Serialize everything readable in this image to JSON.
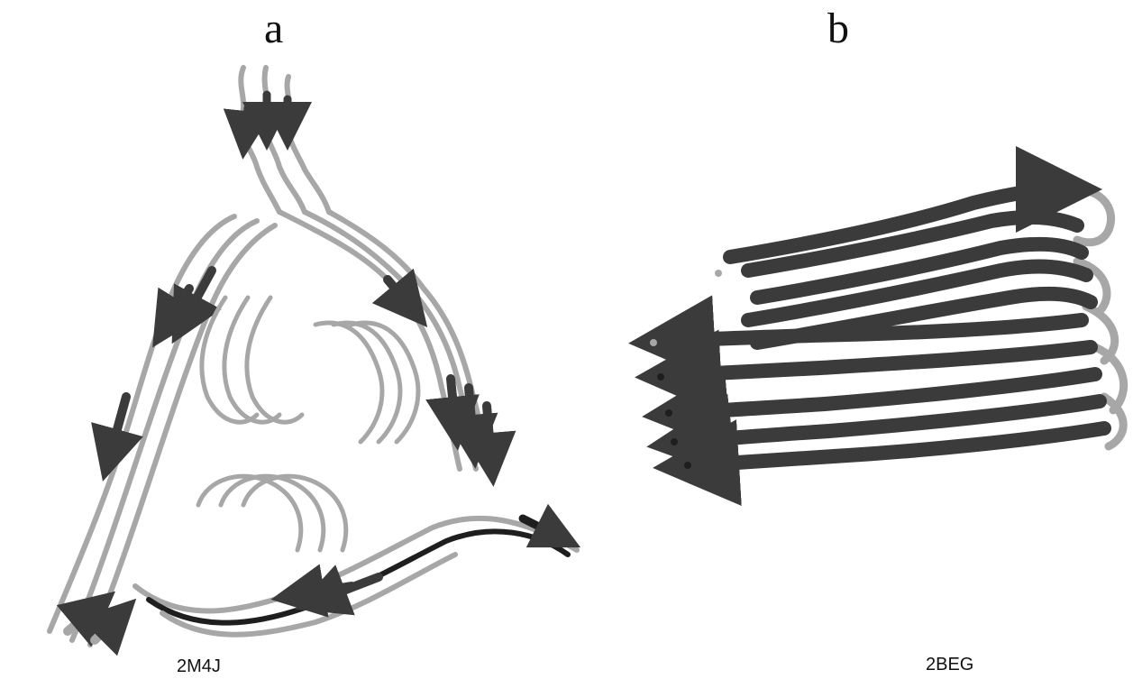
{
  "panels": [
    {
      "letter": "a",
      "caption": "2M4J"
    },
    {
      "letter": "b",
      "caption": "2BEG"
    }
  ],
  "colors": {
    "coil": "#a7a7a7",
    "strand": "#3b3b3b",
    "dark_coil": "#1e1e1e",
    "background": "#ffffff"
  }
}
